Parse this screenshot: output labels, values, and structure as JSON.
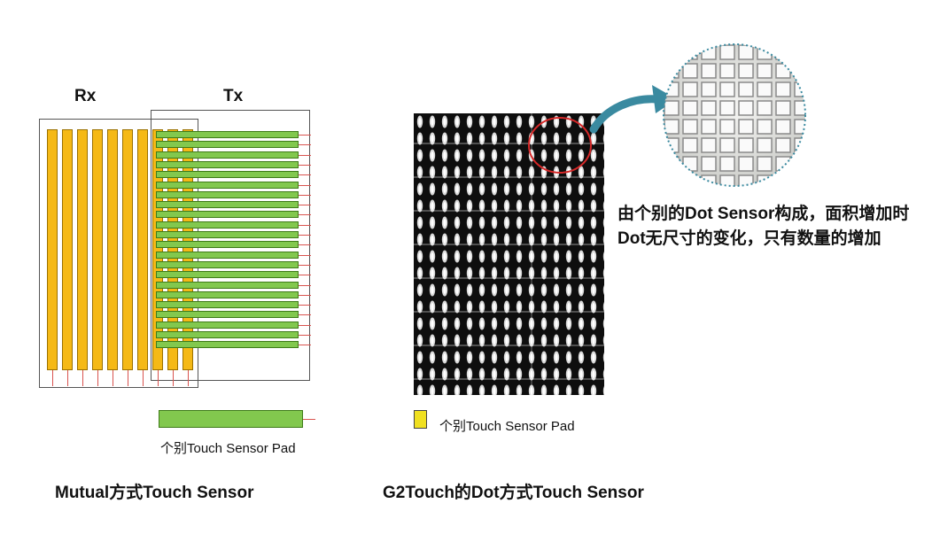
{
  "mutual": {
    "rx_label": "Rx",
    "tx_label": "Tx",
    "legend_label": "个别Touch Sensor Pad",
    "caption": "Mutual方式Touch Sensor",
    "rx_bar_count": 10,
    "tx_bar_count": 22,
    "colors": {
      "rx": "#f5b916",
      "tx": "#82c84e",
      "lead": "#d9534f"
    }
  },
  "dot": {
    "legend_label": "个别Touch Sensor Pad",
    "caption": "G2Touch的Dot方式Touch Sensor",
    "description": "由个别的Dot Sensor构成，面积增加时Dot无尺寸的变化，只有数量的增加",
    "colors": {
      "pad": "#f0e020",
      "highlight_circle": "#d62828",
      "arrow": "#3a8aa0"
    }
  }
}
